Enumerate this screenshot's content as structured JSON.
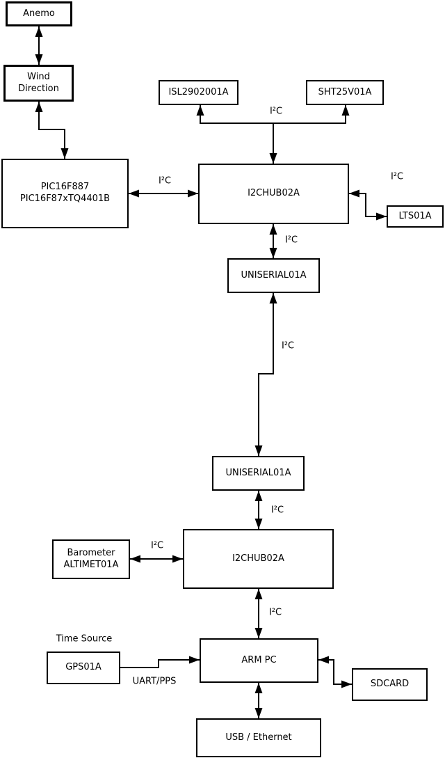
{
  "diagram": {
    "colors": {
      "background": "#ffffff",
      "line": "#000000",
      "box_fill": "#ffffff",
      "text": "#000000"
    },
    "nodes": {
      "anemo": {
        "label": "Anemo"
      },
      "wind_direction": {
        "label": "Wind\nDirection"
      },
      "pic": {
        "label": "PIC16F887\nPIC16F87xTQ4401B"
      },
      "isl": {
        "label": "ISL2902001A"
      },
      "sht": {
        "label": "SHT25V01A"
      },
      "hub_top": {
        "label": "I2CHUB02A"
      },
      "lts": {
        "label": "LTS01A"
      },
      "uniserial_top": {
        "label": "UNISERIAL01A"
      },
      "uniserial_bottom": {
        "label": "UNISERIAL01A"
      },
      "hub_bottom": {
        "label": "I2CHUB02A"
      },
      "barometer": {
        "label": "Barometer\nALTIMET01A"
      },
      "gps": {
        "label": "GPS01A"
      },
      "arm_pc": {
        "label": "ARM PC"
      },
      "sdcard": {
        "label": "SDCARD"
      },
      "usb_ethernet": {
        "label": "USB / Ethernet"
      }
    },
    "edge_labels": {
      "hub_sensors": "I²C",
      "pic_hub": "I²C",
      "hub_lts": "I²C",
      "hub_uniserial": "I²C",
      "uniserial_uniserial": "I²C",
      "uniserial_hub2": "I²C",
      "barometer_hub2": "I²C",
      "hub2_arm": "I²C"
    },
    "annotations": {
      "time_source": "Time Source",
      "uart_pps": "UART/PPS"
    },
    "connections": [
      {
        "from": "Anemo",
        "to": "Wind Direction",
        "style": "bidirectional"
      },
      {
        "from": "Wind Direction",
        "to": "PIC16F887 PIC16F87xTQ4401B",
        "style": "bidirectional"
      },
      {
        "from": "I2CHUB02A (top)",
        "to": "ISL2902001A",
        "label": "I²C",
        "style": "arrow"
      },
      {
        "from": "I2CHUB02A (top)",
        "to": "SHT25V01A",
        "label": "I²C",
        "style": "arrow"
      },
      {
        "from": "PIC16F887 PIC16F87xTQ4401B",
        "to": "I2CHUB02A (top)",
        "label": "I²C",
        "style": "bidirectional"
      },
      {
        "from": "I2CHUB02A (top)",
        "to": "LTS01A",
        "label": "I²C",
        "style": "bidirectional"
      },
      {
        "from": "I2CHUB02A (top)",
        "to": "UNISERIAL01A (upper)",
        "label": "I²C",
        "style": "bidirectional"
      },
      {
        "from": "UNISERIAL01A (upper)",
        "to": "UNISERIAL01A (lower)",
        "label": "I²C",
        "style": "bidirectional"
      },
      {
        "from": "UNISERIAL01A (lower)",
        "to": "I2CHUB02A (bottom)",
        "label": "I²C",
        "style": "bidirectional"
      },
      {
        "from": "Barometer ALTIMET01A",
        "to": "I2CHUB02A (bottom)",
        "label": "I²C",
        "style": "bidirectional"
      },
      {
        "from": "I2CHUB02A (bottom)",
        "to": "ARM PC",
        "label": "I²C",
        "style": "bidirectional"
      },
      {
        "from": "GPS01A",
        "to": "ARM PC",
        "label": "UART/PPS",
        "style": "arrow"
      },
      {
        "from": "ARM PC",
        "to": "SDCARD",
        "style": "bidirectional"
      },
      {
        "from": "ARM PC",
        "to": "USB / Ethernet",
        "style": "bidirectional"
      }
    ]
  }
}
